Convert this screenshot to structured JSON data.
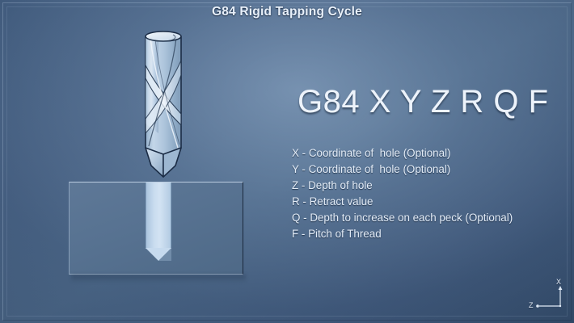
{
  "slide": {
    "title": "G84 Rigid Tapping Cycle",
    "syntax": "G84 X Y Z R Q F"
  },
  "legend": [
    {
      "code": "X",
      "text": "X - Coordinate of  hole (Optional)"
    },
    {
      "code": "Y",
      "text": "Y - Coordinate of  hole (Optional)"
    },
    {
      "code": "Z",
      "text": "Z - Depth of hole"
    },
    {
      "code": "R",
      "text": "R - Retract value"
    },
    {
      "code": "Q",
      "text": "Q - Depth to increase on each peck (Optional)"
    },
    {
      "code": "F",
      "text": "F - Pitch of Thread"
    }
  ],
  "axis_gizmo": {
    "vertical_label": "X",
    "horizontal_label": "Z"
  },
  "colors": {
    "background_dark": "#304764",
    "background_light": "#5a7ea6",
    "text": "#e8f0fa",
    "workpiece": "#57719 0",
    "workpiece_face": "#577291",
    "hole": "#c9dcef",
    "tool_body": "#b9cee4",
    "tool_outline": "#1b2c45"
  }
}
